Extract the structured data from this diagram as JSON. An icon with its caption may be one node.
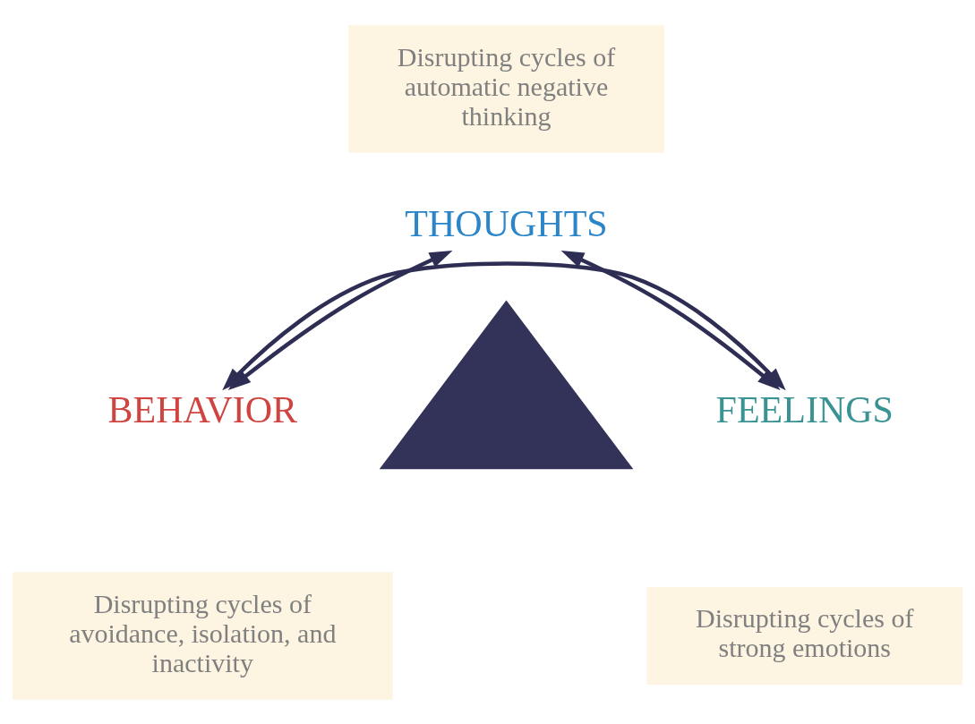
{
  "diagram": {
    "nodes": [
      {
        "text": [
          "Disrupting cycles of automatic negative thinking"
        ]
      },
      {
        "text": [
          "THOUGHTS"
        ]
      },
      {
        "text": [],
        "shape": "triangle"
      },
      {
        "text": [
          "BEHAVIOR"
        ]
      },
      {
        "text": [
          "FEELINGS"
        ]
      },
      {
        "text": [
          "Disrupting cycles of avoidance, isolation, and inactivity"
        ]
      },
      {
        "text": [
          "Disrupting cycles of strong emotions"
        ]
      }
    ],
    "edges": [
      {
        "from": 1,
        "to": 3,
        "arrow": "both"
      },
      {
        "from": 1,
        "to": 4,
        "arrow": "both"
      },
      {
        "from": 3,
        "to": 4,
        "arrow": "both"
      }
    ]
  }
}
